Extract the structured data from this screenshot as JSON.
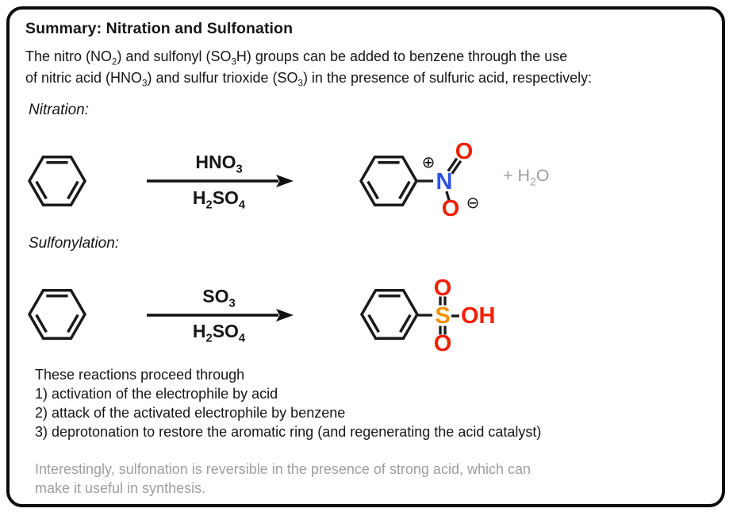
{
  "title": "Summary: Nitration and Sulfonation",
  "intro": {
    "line1": [
      {
        "t": "The nitro (NO"
      },
      {
        "s": "2"
      },
      {
        "t": ") and sulfonyl (SO"
      },
      {
        "s": "3"
      },
      {
        "t": "H) groups can be added to benzene through the use"
      }
    ],
    "line2": [
      {
        "t": "of nitric acid (HNO"
      },
      {
        "s": "3"
      },
      {
        "t": ") and sulfur trioxide (SO"
      },
      {
        "s": "3"
      },
      {
        "t": ") in the presence of sulfuric acid, respectively:"
      }
    ]
  },
  "nitration": {
    "heading": "Nitration:",
    "reagent_above": [
      {
        "t": "HNO"
      },
      {
        "s": "3"
      }
    ],
    "reagent_below": [
      {
        "t": "H"
      },
      {
        "s": "2"
      },
      {
        "t": "SO"
      },
      {
        "s": "4"
      }
    ],
    "byproduct": [
      {
        "t": "+ H"
      },
      {
        "s": "2"
      },
      {
        "t": "O"
      }
    ],
    "product_atoms": {
      "nitrogen": "N",
      "oxygen_top": "O",
      "oxygen_bottom": "O",
      "plus_charge": "⊕",
      "minus_charge": "⊖"
    }
  },
  "sulfonylation": {
    "heading": "Sulfonylation:",
    "reagent_above": [
      {
        "t": "SO"
      },
      {
        "s": "3"
      }
    ],
    "reagent_below": [
      {
        "t": "H"
      },
      {
        "s": "2"
      },
      {
        "t": "SO"
      },
      {
        "s": "4"
      }
    ],
    "product_atoms": {
      "sulfur": "S",
      "oxygen_top": "O",
      "oxygen_bottom": "O",
      "hydroxyl": "OH"
    }
  },
  "mechanism": {
    "intro_line": "These reactions proceed through",
    "steps": [
      "1) activation of the electrophile by acid",
      "2) attack of the activated electrophile by benzene",
      "3) deprotonation to restore the aromatic ring (and regenerating the acid catalyst)"
    ]
  },
  "footnote": {
    "line1": "Interestingly, sulfonation is reversible in the presence of strong acid, which can",
    "line2": "make it useful in synthesis."
  },
  "colors": {
    "nitrogen_blue": "#2b50e5",
    "oxygen_red": "#f11f00",
    "sulfur_orange": "#f39000",
    "muted_gray": "#9e9e9e",
    "bond_black": "#1a1a1a"
  }
}
